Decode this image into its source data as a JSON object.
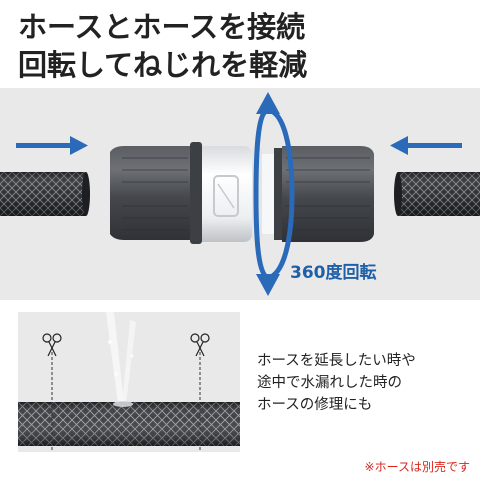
{
  "headline": {
    "line1": "ホースとホースを接続",
    "line2": "回転してねじれを軽減"
  },
  "rotation_label": "360度回転",
  "description": {
    "line1": "ホースを延長したい時や",
    "line2": "途中で水漏れした時の",
    "line3": "ホースの修理にも"
  },
  "note": "※ホースは別売です",
  "colors": {
    "arrow_blue": "#2a6ab8",
    "note_red": "#d9261c",
    "panel_bg": "#e9e9ea",
    "connector_dark": "#4a4d52",
    "connector_white": "#f2f3f4"
  },
  "icons": {
    "left_arrow": "arrow-right-icon",
    "right_arrow": "arrow-left-icon",
    "rotation": "rotation-arrow-icon",
    "cut_marks": "scissors-icon"
  }
}
